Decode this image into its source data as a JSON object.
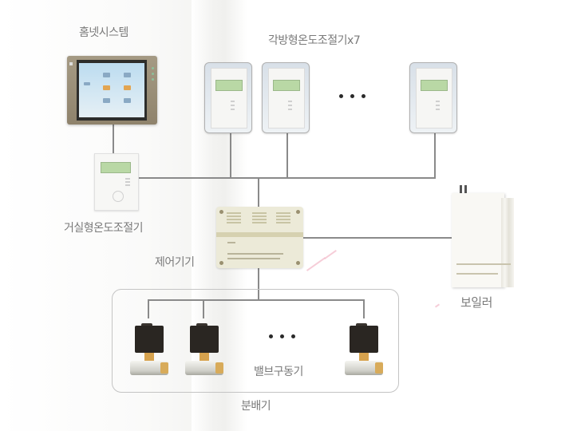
{
  "diagram": {
    "title_language": "ko",
    "nodes": {
      "home_net": {
        "label": "홈넷시스템"
      },
      "room_thermostats": {
        "label": "각방형온도조절기x7",
        "count_shown": 3
      },
      "living_thermostat": {
        "label": "거실형온도조절기"
      },
      "controller": {
        "label": "제어기기"
      },
      "boiler": {
        "label": "보일러"
      },
      "valve_actuators": {
        "label": "밸브구동기",
        "count_shown": 3
      },
      "distributor": {
        "label": "분배기"
      }
    },
    "ellipsis": "• • •",
    "connections": [
      {
        "from": "home_net",
        "to": "living_thermostat"
      },
      {
        "from": "living_thermostat",
        "to": "bus"
      },
      {
        "from": "room_thermostats",
        "to": "bus"
      },
      {
        "from": "bus",
        "to": "controller"
      },
      {
        "from": "controller",
        "to": "boiler"
      },
      {
        "from": "controller",
        "to": "valve_actuators"
      }
    ]
  }
}
